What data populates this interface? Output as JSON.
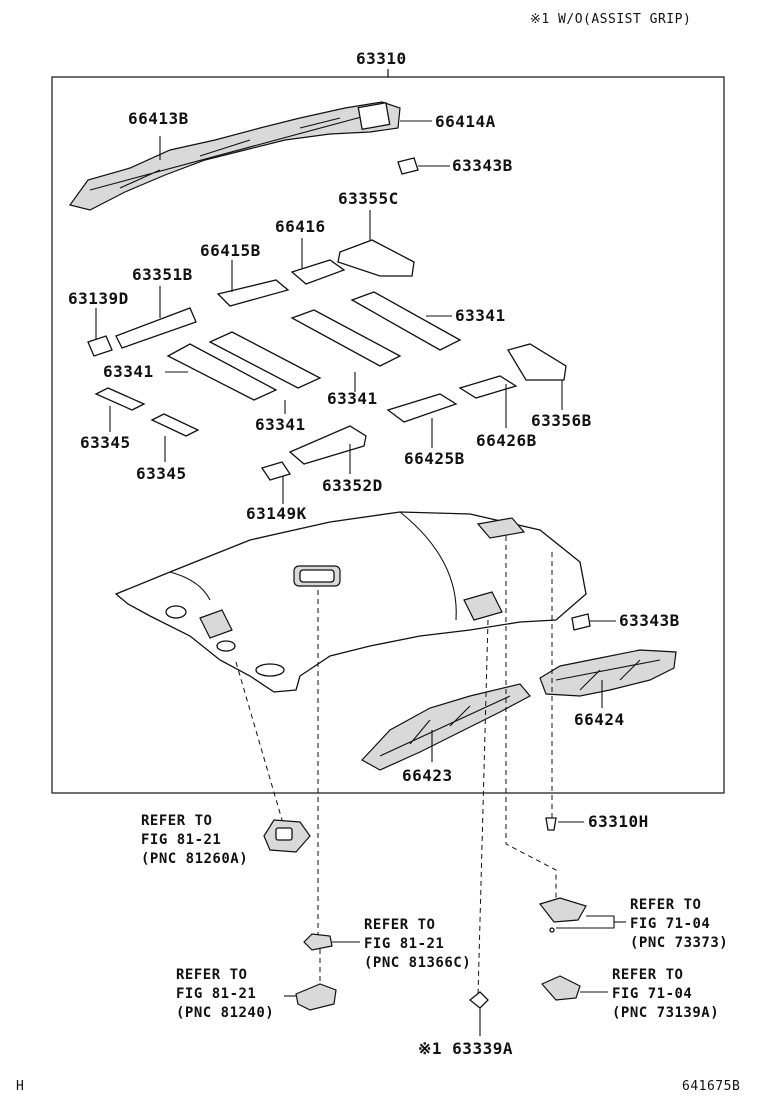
{
  "note": "※1  W/O(ASSIST GRIP)",
  "assembly": "63310",
  "parts": {
    "p66413B": "66413B",
    "p66414A": "66414A",
    "p63343B_top": "63343B",
    "p63355C": "63355C",
    "p66416": "66416",
    "p66415B": "66415B",
    "p63351B": "63351B",
    "p63139D": "63139D",
    "p63341_a": "63341",
    "p63341_b": "63341",
    "p63341_c": "63341",
    "p63341_d": "63341",
    "p63345_a": "63345",
    "p63345_b": "63345",
    "p63356B": "63356B",
    "p66426B": "66426B",
    "p66425B": "66425B",
    "p63352D": "63352D",
    "p63149K": "63149K",
    "p63343B_bottom": "63343B",
    "p66424": "66424",
    "p66423": "66423",
    "p63310H": "63310H",
    "p63339A": "※1 63339A"
  },
  "refs": {
    "r1": [
      "REFER TO",
      "FIG 81-21",
      "(PNC 81260A)"
    ],
    "r2": [
      "REFER TO",
      "FIG 81-21",
      "(PNC 81366C)"
    ],
    "r3": [
      "REFER TO",
      "FIG 81-21",
      "(PNC 81240)"
    ],
    "r4": [
      "REFER TO",
      "FIG 71-04",
      "(PNC 73373)"
    ],
    "r5": [
      "REFER TO",
      "FIG 71-04",
      "(PNC 73139A)"
    ]
  },
  "footer": {
    "left": "H",
    "right": "641675B"
  }
}
